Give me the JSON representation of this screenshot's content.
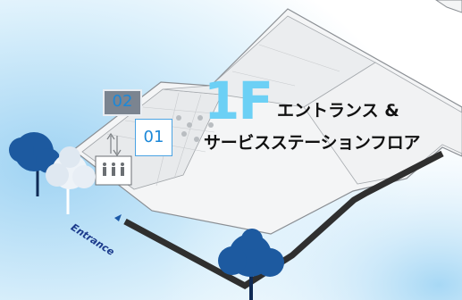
{
  "floor": {
    "number": "1F",
    "name_line1": "エントランス &",
    "name_line2": "サービスステーションフロア"
  },
  "markers": {
    "marker_02": "02",
    "marker_01": "01"
  },
  "entrance": {
    "label": "Entrance"
  },
  "colors": {
    "floor_number": "#6cd0f5",
    "marker_text": "#1c88d8",
    "marker_02_bg": "#7b8490",
    "tree_canopy": "#1d5aa0",
    "path_dark": "#2f2f2f",
    "sky": "#bfe3f7"
  },
  "icons": [
    "elevator-icon",
    "lift-arrows-icon",
    "tree-icon",
    "entrance-arrow-icon"
  ]
}
